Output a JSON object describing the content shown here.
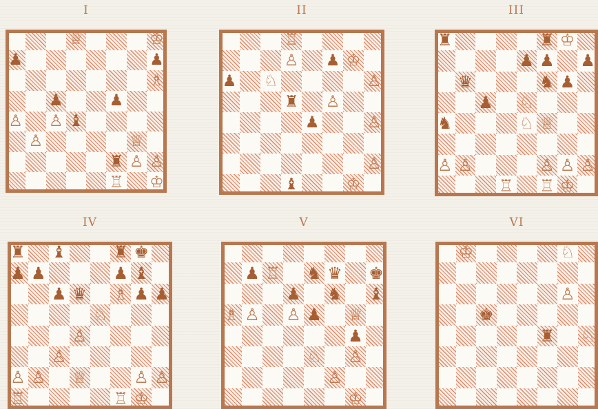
{
  "diagrams": [
    {
      "title": "I",
      "pieces": [
        {
          "sq": "d8",
          "p": "q",
          "c": "w"
        },
        {
          "sq": "h8",
          "p": "k",
          "c": "w"
        },
        {
          "sq": "a7",
          "p": "p",
          "c": "b"
        },
        {
          "sq": "h7",
          "p": "p",
          "c": "b"
        },
        {
          "sq": "h6",
          "p": "b",
          "c": "w"
        },
        {
          "sq": "c5",
          "p": "p",
          "c": "b"
        },
        {
          "sq": "f5",
          "p": "p",
          "c": "b"
        },
        {
          "sq": "a4",
          "p": "p",
          "c": "w"
        },
        {
          "sq": "c4",
          "p": "p",
          "c": "w"
        },
        {
          "sq": "d4",
          "p": "b",
          "c": "b"
        },
        {
          "sq": "b3",
          "p": "p",
          "c": "w"
        },
        {
          "sq": "g3",
          "p": "q",
          "c": "w"
        },
        {
          "sq": "f2",
          "p": "r",
          "c": "b"
        },
        {
          "sq": "g2",
          "p": "p",
          "c": "w"
        },
        {
          "sq": "h2",
          "p": "p",
          "c": "w"
        },
        {
          "sq": "f1",
          "p": "r",
          "c": "w"
        },
        {
          "sq": "h1",
          "p": "k",
          "c": "w"
        }
      ]
    },
    {
      "title": "II",
      "pieces": [
        {
          "sq": "d8",
          "p": "r",
          "c": "w"
        },
        {
          "sq": "d7",
          "p": "p",
          "c": "w"
        },
        {
          "sq": "f7",
          "p": "p",
          "c": "b"
        },
        {
          "sq": "g7",
          "p": "k",
          "c": "w"
        },
        {
          "sq": "a6",
          "p": "p",
          "c": "b"
        },
        {
          "sq": "c6",
          "p": "n",
          "c": "w"
        },
        {
          "sq": "h6",
          "p": "p",
          "c": "w"
        },
        {
          "sq": "d5",
          "p": "r",
          "c": "b"
        },
        {
          "sq": "f5",
          "p": "p",
          "c": "w"
        },
        {
          "sq": "e4",
          "p": "p",
          "c": "b"
        },
        {
          "sq": "h4",
          "p": "p",
          "c": "w"
        },
        {
          "sq": "h2",
          "p": "p",
          "c": "w"
        },
        {
          "sq": "d1",
          "p": "b",
          "c": "b"
        },
        {
          "sq": "g1",
          "p": "k",
          "c": "w"
        }
      ]
    },
    {
      "title": "III",
      "pieces": [
        {
          "sq": "a8",
          "p": "r",
          "c": "b"
        },
        {
          "sq": "f8",
          "p": "r",
          "c": "b"
        },
        {
          "sq": "g8",
          "p": "k",
          "c": "w"
        },
        {
          "sq": "e7",
          "p": "p",
          "c": "b"
        },
        {
          "sq": "f7",
          "p": "p",
          "c": "b"
        },
        {
          "sq": "h7",
          "p": "p",
          "c": "b"
        },
        {
          "sq": "b6",
          "p": "q",
          "c": "b"
        },
        {
          "sq": "f6",
          "p": "n",
          "c": "b"
        },
        {
          "sq": "g6",
          "p": "p",
          "c": "b"
        },
        {
          "sq": "c5",
          "p": "p",
          "c": "b"
        },
        {
          "sq": "e5",
          "p": "n",
          "c": "w"
        },
        {
          "sq": "a4",
          "p": "n",
          "c": "b"
        },
        {
          "sq": "e4",
          "p": "n",
          "c": "w"
        },
        {
          "sq": "f4",
          "p": "q",
          "c": "w"
        },
        {
          "sq": "a2",
          "p": "p",
          "c": "w"
        },
        {
          "sq": "b2",
          "p": "p",
          "c": "w"
        },
        {
          "sq": "f2",
          "p": "p",
          "c": "w"
        },
        {
          "sq": "g2",
          "p": "p",
          "c": "w"
        },
        {
          "sq": "h2",
          "p": "p",
          "c": "w"
        },
        {
          "sq": "d1",
          "p": "r",
          "c": "w"
        },
        {
          "sq": "f1",
          "p": "r",
          "c": "w"
        },
        {
          "sq": "g1",
          "p": "k",
          "c": "w"
        }
      ]
    },
    {
      "title": "IV",
      "pieces": [
        {
          "sq": "a8",
          "p": "r",
          "c": "b"
        },
        {
          "sq": "c8",
          "p": "b",
          "c": "b"
        },
        {
          "sq": "f8",
          "p": "r",
          "c": "b"
        },
        {
          "sq": "g8",
          "p": "k",
          "c": "b"
        },
        {
          "sq": "a7",
          "p": "p",
          "c": "b"
        },
        {
          "sq": "b7",
          "p": "p",
          "c": "b"
        },
        {
          "sq": "f7",
          "p": "p",
          "c": "b"
        },
        {
          "sq": "g7",
          "p": "b",
          "c": "b"
        },
        {
          "sq": "c6",
          "p": "p",
          "c": "b"
        },
        {
          "sq": "d6",
          "p": "q",
          "c": "b"
        },
        {
          "sq": "f6",
          "p": "b",
          "c": "w"
        },
        {
          "sq": "g6",
          "p": "p",
          "c": "b"
        },
        {
          "sq": "h6",
          "p": "p",
          "c": "b"
        },
        {
          "sq": "e5",
          "p": "n",
          "c": "w"
        },
        {
          "sq": "d4",
          "p": "p",
          "c": "w"
        },
        {
          "sq": "c3",
          "p": "p",
          "c": "w"
        },
        {
          "sq": "a2",
          "p": "p",
          "c": "w"
        },
        {
          "sq": "b2",
          "p": "p",
          "c": "w"
        },
        {
          "sq": "d2",
          "p": "q",
          "c": "w"
        },
        {
          "sq": "g2",
          "p": "p",
          "c": "w"
        },
        {
          "sq": "h2",
          "p": "p",
          "c": "w"
        },
        {
          "sq": "a1",
          "p": "r",
          "c": "w"
        },
        {
          "sq": "f1",
          "p": "r",
          "c": "w"
        },
        {
          "sq": "g1",
          "p": "k",
          "c": "w"
        }
      ]
    },
    {
      "title": "V",
      "pieces": [
        {
          "sq": "b7",
          "p": "p",
          "c": "b"
        },
        {
          "sq": "c7",
          "p": "r",
          "c": "w"
        },
        {
          "sq": "e7",
          "p": "n",
          "c": "b"
        },
        {
          "sq": "f7",
          "p": "q",
          "c": "b"
        },
        {
          "sq": "h7",
          "p": "k",
          "c": "b"
        },
        {
          "sq": "d6",
          "p": "p",
          "c": "b"
        },
        {
          "sq": "f6",
          "p": "n",
          "c": "b"
        },
        {
          "sq": "h6",
          "p": "b",
          "c": "b"
        },
        {
          "sq": "a5",
          "p": "b",
          "c": "w"
        },
        {
          "sq": "b5",
          "p": "p",
          "c": "w"
        },
        {
          "sq": "d5",
          "p": "p",
          "c": "w"
        },
        {
          "sq": "e5",
          "p": "p",
          "c": "b"
        },
        {
          "sq": "g5",
          "p": "q",
          "c": "w"
        },
        {
          "sq": "g4",
          "p": "p",
          "c": "b"
        },
        {
          "sq": "e3",
          "p": "n",
          "c": "w"
        },
        {
          "sq": "g3",
          "p": "p",
          "c": "w"
        },
        {
          "sq": "f2",
          "p": "p",
          "c": "w"
        },
        {
          "sq": "g1",
          "p": "k",
          "c": "w"
        }
      ]
    },
    {
      "title": "VI",
      "pieces": [
        {
          "sq": "b8",
          "p": "k",
          "c": "w"
        },
        {
          "sq": "g8",
          "p": "n",
          "c": "w"
        },
        {
          "sq": "g6",
          "p": "p",
          "c": "w"
        },
        {
          "sq": "c5",
          "p": "k",
          "c": "b"
        },
        {
          "sq": "f4",
          "p": "r",
          "c": "b"
        },
        {
          "sq": "h4",
          "p": "n",
          "c": "w"
        }
      ]
    }
  ]
}
